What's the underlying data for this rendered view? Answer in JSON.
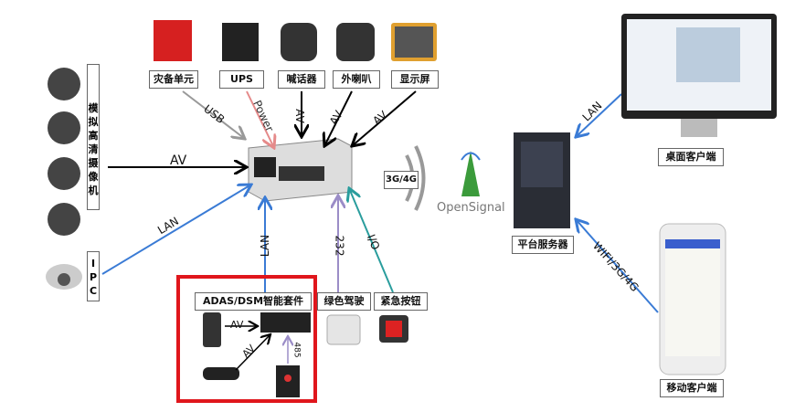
{
  "devices_top": [
    "灾备单元",
    "UPS",
    "喊话器",
    "外喇叭",
    "显示屏"
  ],
  "links_top": [
    "USB",
    "Power",
    "AV",
    "AV",
    "AV"
  ],
  "camera_label": "模拟高清摄像机",
  "camera_link": "AV",
  "ipc_label": "IPC",
  "ipc_link": "LAN",
  "adas_link": "LAN",
  "green_link": "232",
  "button_link": "I/O",
  "network": "3G/4G",
  "opensignal": "OpenSignal",
  "server": "平台服务器",
  "desktop": "桌面客户端",
  "desktop_link": "LAN",
  "mobile": "移动客户端",
  "mobile_link": "WIFI/3G/4G",
  "adas": {
    "label": "ADAS/DSM智能套件",
    "link1": "AV",
    "link2": "AV",
    "link3": "485"
  },
  "green_driving": "绿色驾驶",
  "emergency_button": "紧急按钮",
  "colors": {
    "highlight": "#e0161c",
    "lan": "#3a7bd5",
    "power": "#e58a8a",
    "rs232": "#9b8dc7",
    "io": "#2a9d9d"
  }
}
